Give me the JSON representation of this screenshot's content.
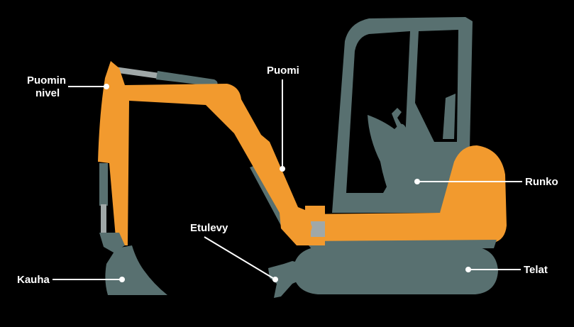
{
  "colors": {
    "background": "#000000",
    "boom_orange": "#F29A2E",
    "body_gray": "#587070",
    "cylinder_gray": "#A0A8A8",
    "label": "#FFFFFF"
  },
  "labels": {
    "boom_joint_line1": "Puomin",
    "boom_joint_line2": "nivel",
    "boom": "Puomi",
    "frame": "Runko",
    "blade": "Etulevy",
    "bucket": "Kauha",
    "tracks": "Telat"
  }
}
